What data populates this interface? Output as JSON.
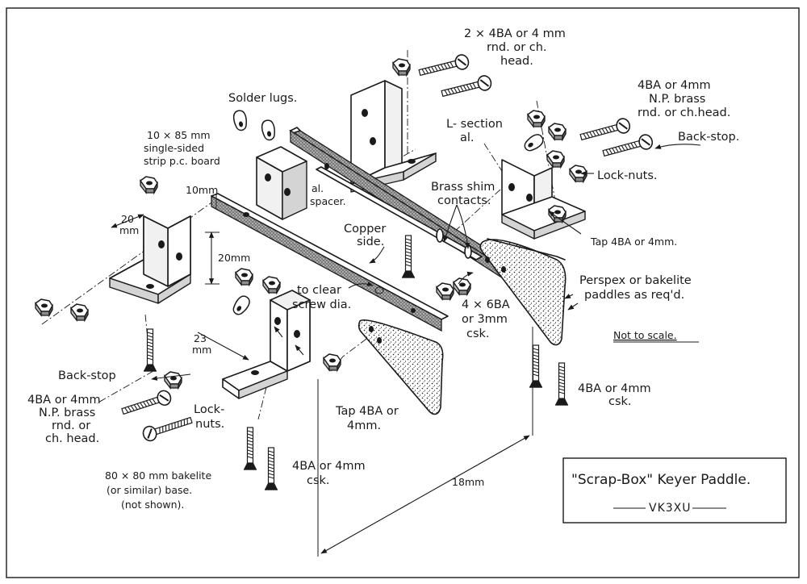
{
  "labels": {
    "screws_top": [
      "2 × 4BA or 4 mm",
      "rnd. or ch.",
      "head."
    ],
    "solder_lugs": "Solder lugs.",
    "l_section": [
      "L- section",
      "al."
    ],
    "screws_right": [
      "4BA or 4mm",
      "N.P. brass",
      "rnd. or ch.head."
    ],
    "backstop_right": "Back-stop.",
    "locknuts_right": "Lock-nuts.",
    "pcb_strip": [
      "10 × 85 mm",
      "single-sided",
      "strip p.c. board"
    ],
    "dim_10mm": "10mm",
    "al_spacer": [
      "al.",
      "spacer."
    ],
    "brass_shim": [
      "Brass shim",
      "contacts."
    ],
    "copper_side": [
      "Copper",
      "side."
    ],
    "dim_20mm_a": [
      "20",
      "mm"
    ],
    "dim_20mm_b": "20mm",
    "tap_right": "Tap 4BA or 4mm.",
    "paddles": [
      "Perspex or bakelite",
      "paddles as req'd."
    ],
    "to_clear": [
      "to clear",
      "screw dia."
    ],
    "screws_6ba": [
      "4 × 6BA",
      "or 3mm",
      "csk."
    ],
    "not_to_scale": "Not to scale.",
    "dim_23mm": [
      "23",
      "mm"
    ],
    "backstop_left": "Back-stop",
    "screws_left": [
      "4BA or 4mm",
      "N.P. brass",
      "rnd. or",
      "ch. head."
    ],
    "locknuts_left": [
      "Lock-",
      "nuts."
    ],
    "tap_lower": [
      "Tap 4BA or",
      "4mm."
    ],
    "csk_right": [
      "4BA or 4mm",
      "csk."
    ],
    "csk_left": [
      "4BA or 4mm",
      "csk."
    ],
    "base": [
      "80 × 80 mm bakelite",
      "(or similar) base.",
      "(not shown)."
    ],
    "dim_18mm": "18mm"
  },
  "title_box": {
    "title": "\"Scrap-Box\" Keyer Paddle.",
    "author": "VK3XU"
  },
  "colors": {
    "ink": "#1a1a1a",
    "paper": "#ffffff"
  }
}
